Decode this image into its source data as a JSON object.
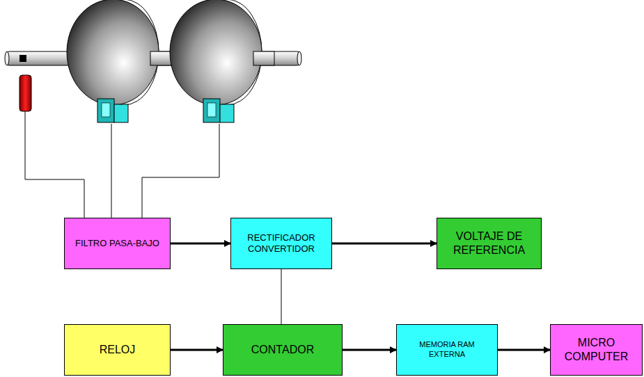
{
  "diagram": {
    "nodes": [
      {
        "text": [
          "FILTRO PASA-BAJO"
        ]
      },
      {
        "text": [
          "RECTIFICADOR CONVERTIDOR"
        ]
      },
      {
        "text": [
          "VOLTAJE DE REFERENCIA"
        ]
      },
      {
        "text": [
          "RELOJ"
        ]
      },
      {
        "text": [
          "CONTADOR"
        ]
      },
      {
        "text": [
          "MEMORIA RAM EXTERNA"
        ]
      },
      {
        "text": [
          "MICRO COMPUTER"
        ]
      }
    ],
    "edges": [
      {
        "from": 0,
        "to": 1,
        "arrow": "to"
      },
      {
        "from": 1,
        "to": 2,
        "arrow": "to"
      },
      {
        "from": 1,
        "to": 4,
        "arrow": "none"
      },
      {
        "from": 3,
        "to": 4,
        "arrow": "to"
      },
      {
        "from": 4,
        "to": 5,
        "arrow": "to"
      },
      {
        "from": 5,
        "to": 6,
        "arrow": "to"
      }
    ]
  }
}
